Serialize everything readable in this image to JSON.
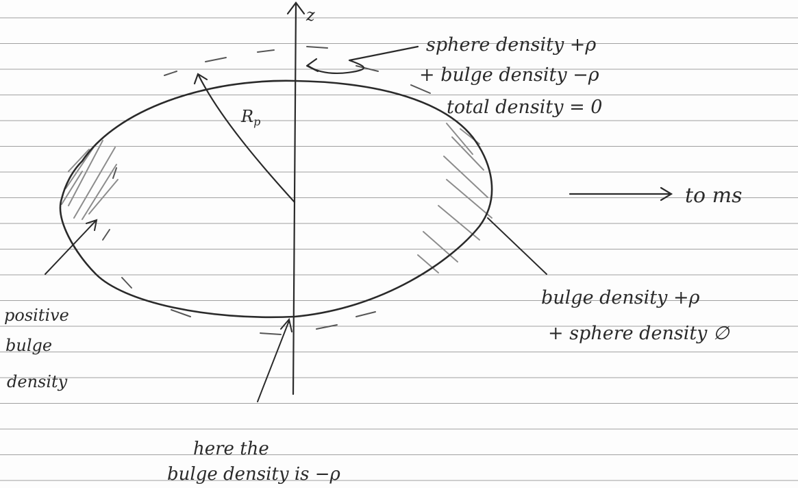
{
  "diagram": {
    "axis_label": "z",
    "radius_label": "R_p",
    "radius_label_main": "R",
    "radius_label_sub": "p",
    "annotation_top": {
      "line1": "sphere density +ρ",
      "line2": "+ bulge density −ρ",
      "line3": "total density = 0"
    },
    "direction_label": "to ms",
    "annotation_right": {
      "line1": "bulge density +ρ",
      "line2": "+ sphere density ∅"
    },
    "annotation_left": {
      "line1": "positive",
      "line2": "bulge",
      "line3": "density"
    },
    "annotation_bottom": {
      "line1": "here the",
      "line2": "bulge density is −ρ"
    },
    "colors": {
      "ink": "#2a2a2a",
      "ruled_line": "#9a9a9a",
      "shading": "#8c8c8c",
      "dashed_circle": "#555555"
    }
  }
}
